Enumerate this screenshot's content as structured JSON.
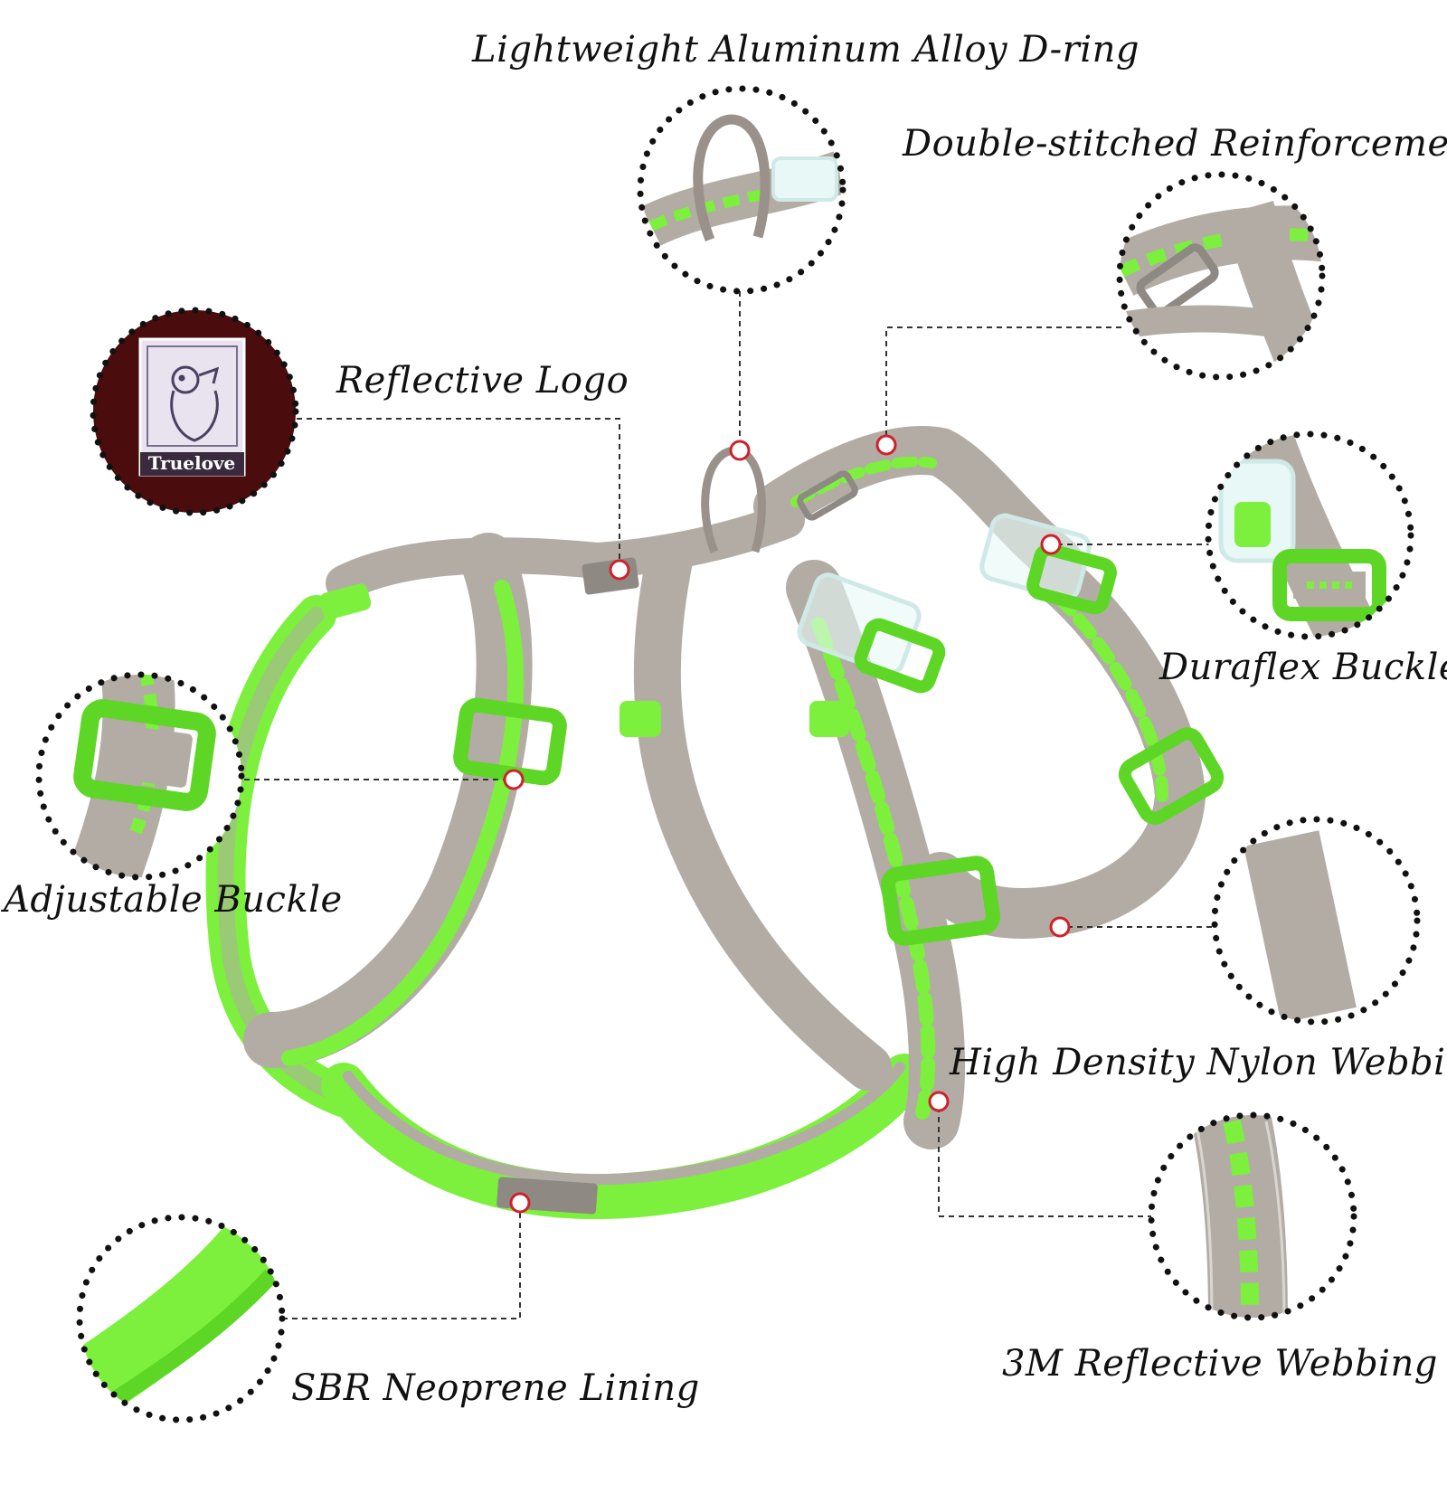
{
  "labels": {
    "d_ring": "Lightweight Aluminum Alloy D-ring",
    "double_stitched": "Double-stitched Reinforcement",
    "reflective_logo": "Reflective Logo",
    "duraflex_buckle": "Duraflex Buckle",
    "adjustable_buckle": "Adjustable Buckle",
    "nylon_webbing": "High Density Nylon Webbing",
    "reflective_webbing": "3M Reflective Webbing",
    "neoprene_lining": "SBR Neoprene Lining"
  },
  "logo": {
    "brand": "Truelove"
  },
  "colors": {
    "green": "#7cf03c",
    "green_dark": "#4fc81e",
    "webbing": "#b2aca5",
    "webbing_dark": "#8f8983",
    "logo_bg": "#4a0c0c",
    "dot": "#111111",
    "marker": "#d0202a"
  },
  "icons": [
    "dog-icon"
  ]
}
